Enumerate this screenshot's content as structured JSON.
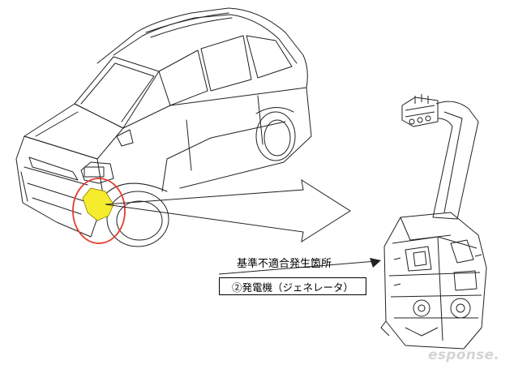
{
  "labels": {
    "defect_location": "基準不適合発生箇所",
    "part_name": "②発電機（ジェネレータ）"
  },
  "watermark": "esponse.",
  "colors": {
    "highlight_fill": "#f6ec2e",
    "circle_stroke": "#e23b2b",
    "line": "#222222"
  }
}
